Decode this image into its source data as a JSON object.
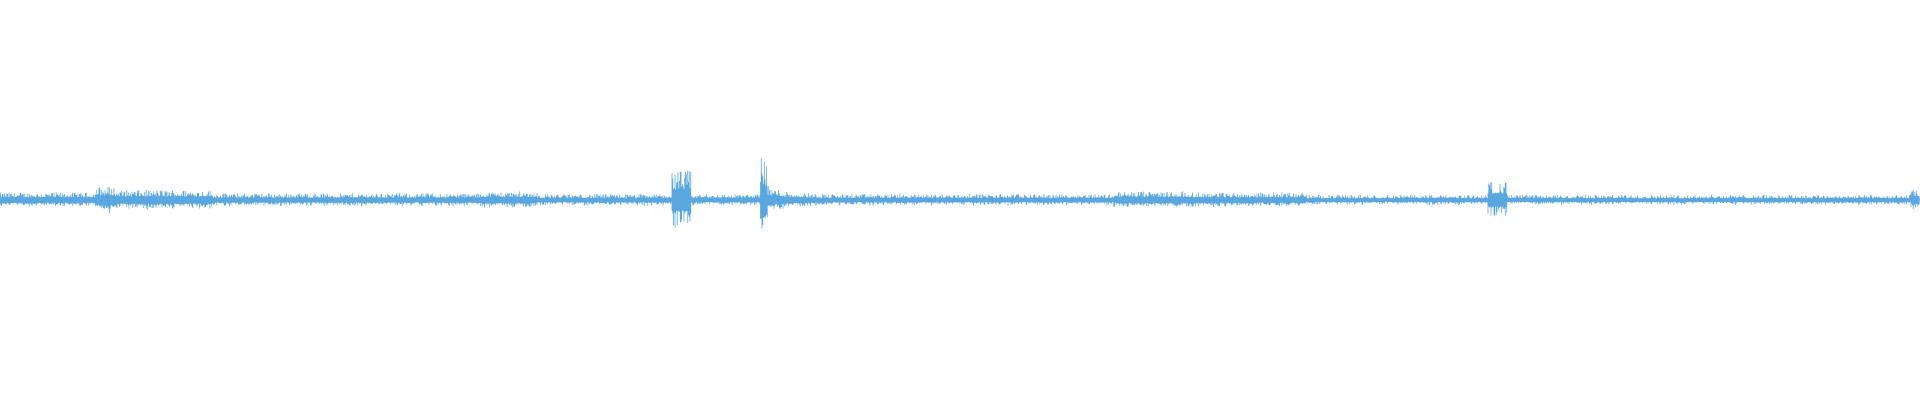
{
  "waveform": {
    "color": "#5aa7e0",
    "background": "#ffffff",
    "segments": [
      {
        "from": 0.0,
        "to": 0.05,
        "amplitude": 0.09
      },
      {
        "from": 0.05,
        "to": 0.06,
        "amplitude": 0.16
      },
      {
        "from": 0.06,
        "to": 0.11,
        "amplitude": 0.12
      },
      {
        "from": 0.11,
        "to": 0.25,
        "amplitude": 0.08
      },
      {
        "from": 0.25,
        "to": 0.28,
        "amplitude": 0.1
      },
      {
        "from": 0.28,
        "to": 0.35,
        "amplitude": 0.07
      },
      {
        "from": 0.35,
        "to": 0.36,
        "amplitude": 0.35
      },
      {
        "from": 0.36,
        "to": 0.396,
        "amplitude": 0.07
      },
      {
        "from": 0.396,
        "to": 0.4,
        "amplitude": 0.55
      },
      {
        "from": 0.4,
        "to": 0.43,
        "amplitude": 0.14
      },
      {
        "from": 0.43,
        "to": 0.58,
        "amplitude": 0.07
      },
      {
        "from": 0.58,
        "to": 0.62,
        "amplitude": 0.1
      },
      {
        "from": 0.62,
        "to": 0.68,
        "amplitude": 0.09
      },
      {
        "from": 0.68,
        "to": 0.775,
        "amplitude": 0.06
      },
      {
        "from": 0.775,
        "to": 0.785,
        "amplitude": 0.22
      },
      {
        "from": 0.785,
        "to": 0.995,
        "amplitude": 0.06
      },
      {
        "from": 0.995,
        "to": 1.0,
        "amplitude": 0.12
      }
    ]
  }
}
